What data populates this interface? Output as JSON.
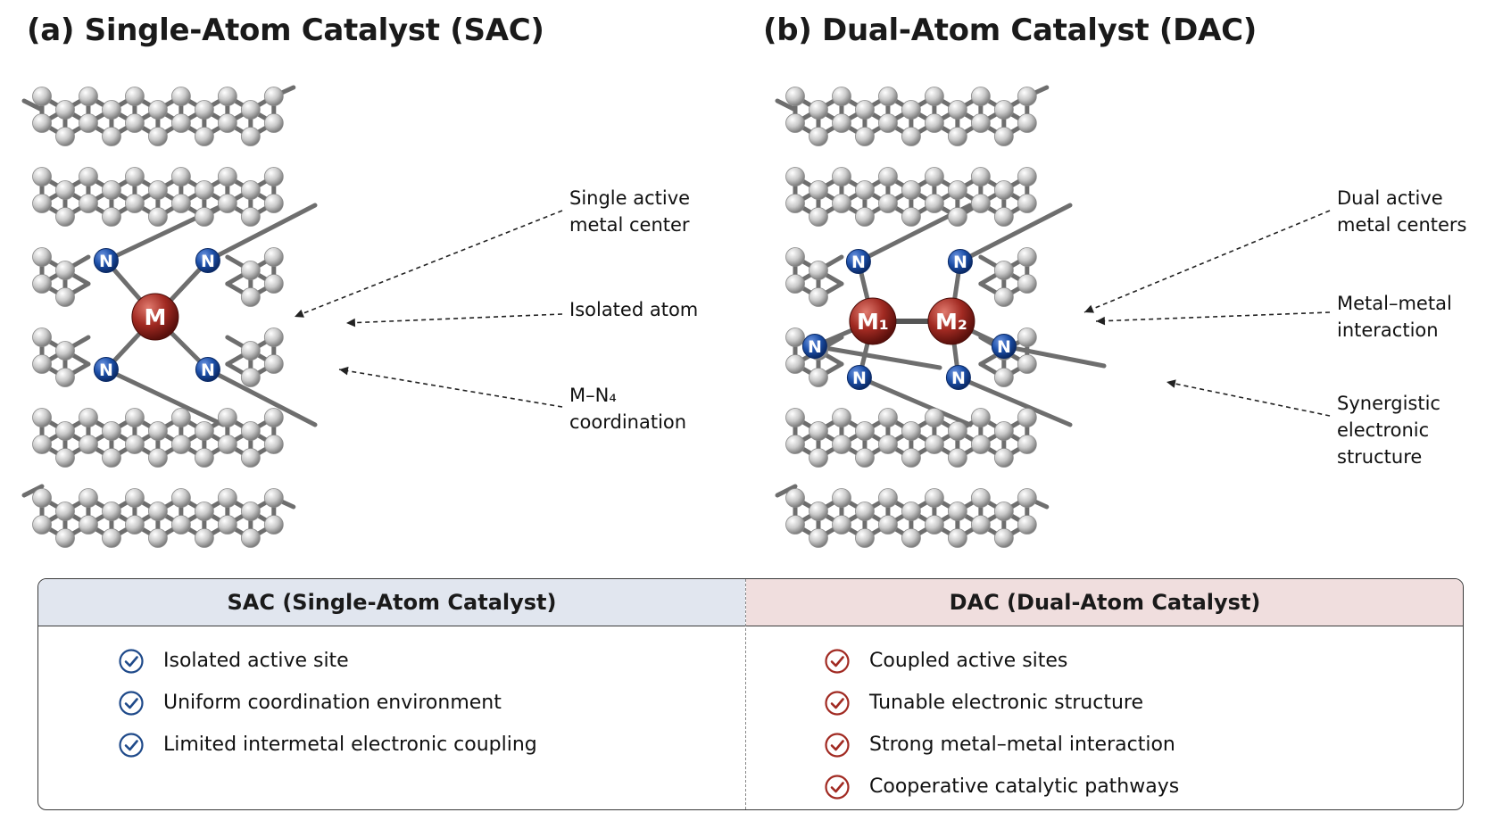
{
  "panels": {
    "sac": {
      "title": "(a) Single-Atom Catalyst (SAC)",
      "metal_label": "M",
      "n_label": "N",
      "callouts": [
        "Single active\nmetal center",
        "Isolated atom",
        "M–N₄\ncoordination"
      ]
    },
    "dac": {
      "title": "(b) Dual-Atom Catalyst (DAC)",
      "metal_labels": [
        "M₁",
        "M₂"
      ],
      "n_label": "N",
      "callouts": [
        "Dual active\nmetal centers",
        "Metal–metal\ninteraction",
        "Synergistic\nelectronic\nstructure"
      ]
    }
  },
  "comparison": {
    "sac": {
      "header": "SAC (Single-Atom Catalyst)",
      "items": [
        "Isolated active site",
        "Uniform coordination environment",
        "Limited intermetal electronic coupling"
      ]
    },
    "dac": {
      "header": "DAC (Dual-Atom Catalyst)",
      "items": [
        "Coupled active sites",
        "Tunable electronic structure",
        "Strong metal–metal interaction",
        "Cooperative catalytic pathways"
      ]
    }
  },
  "colors": {
    "carbon": "#c9c9c9",
    "bond": "#6e6e6e",
    "nitrogen": "#1c4fa8",
    "metal": "#a12a22",
    "check_sac": "#1f4a8a",
    "check_dac": "#a12a22",
    "sac_header_bg": "#e1e6ef",
    "dac_header_bg": "#f0dede"
  },
  "icons": {
    "check": "check-circle-icon"
  }
}
